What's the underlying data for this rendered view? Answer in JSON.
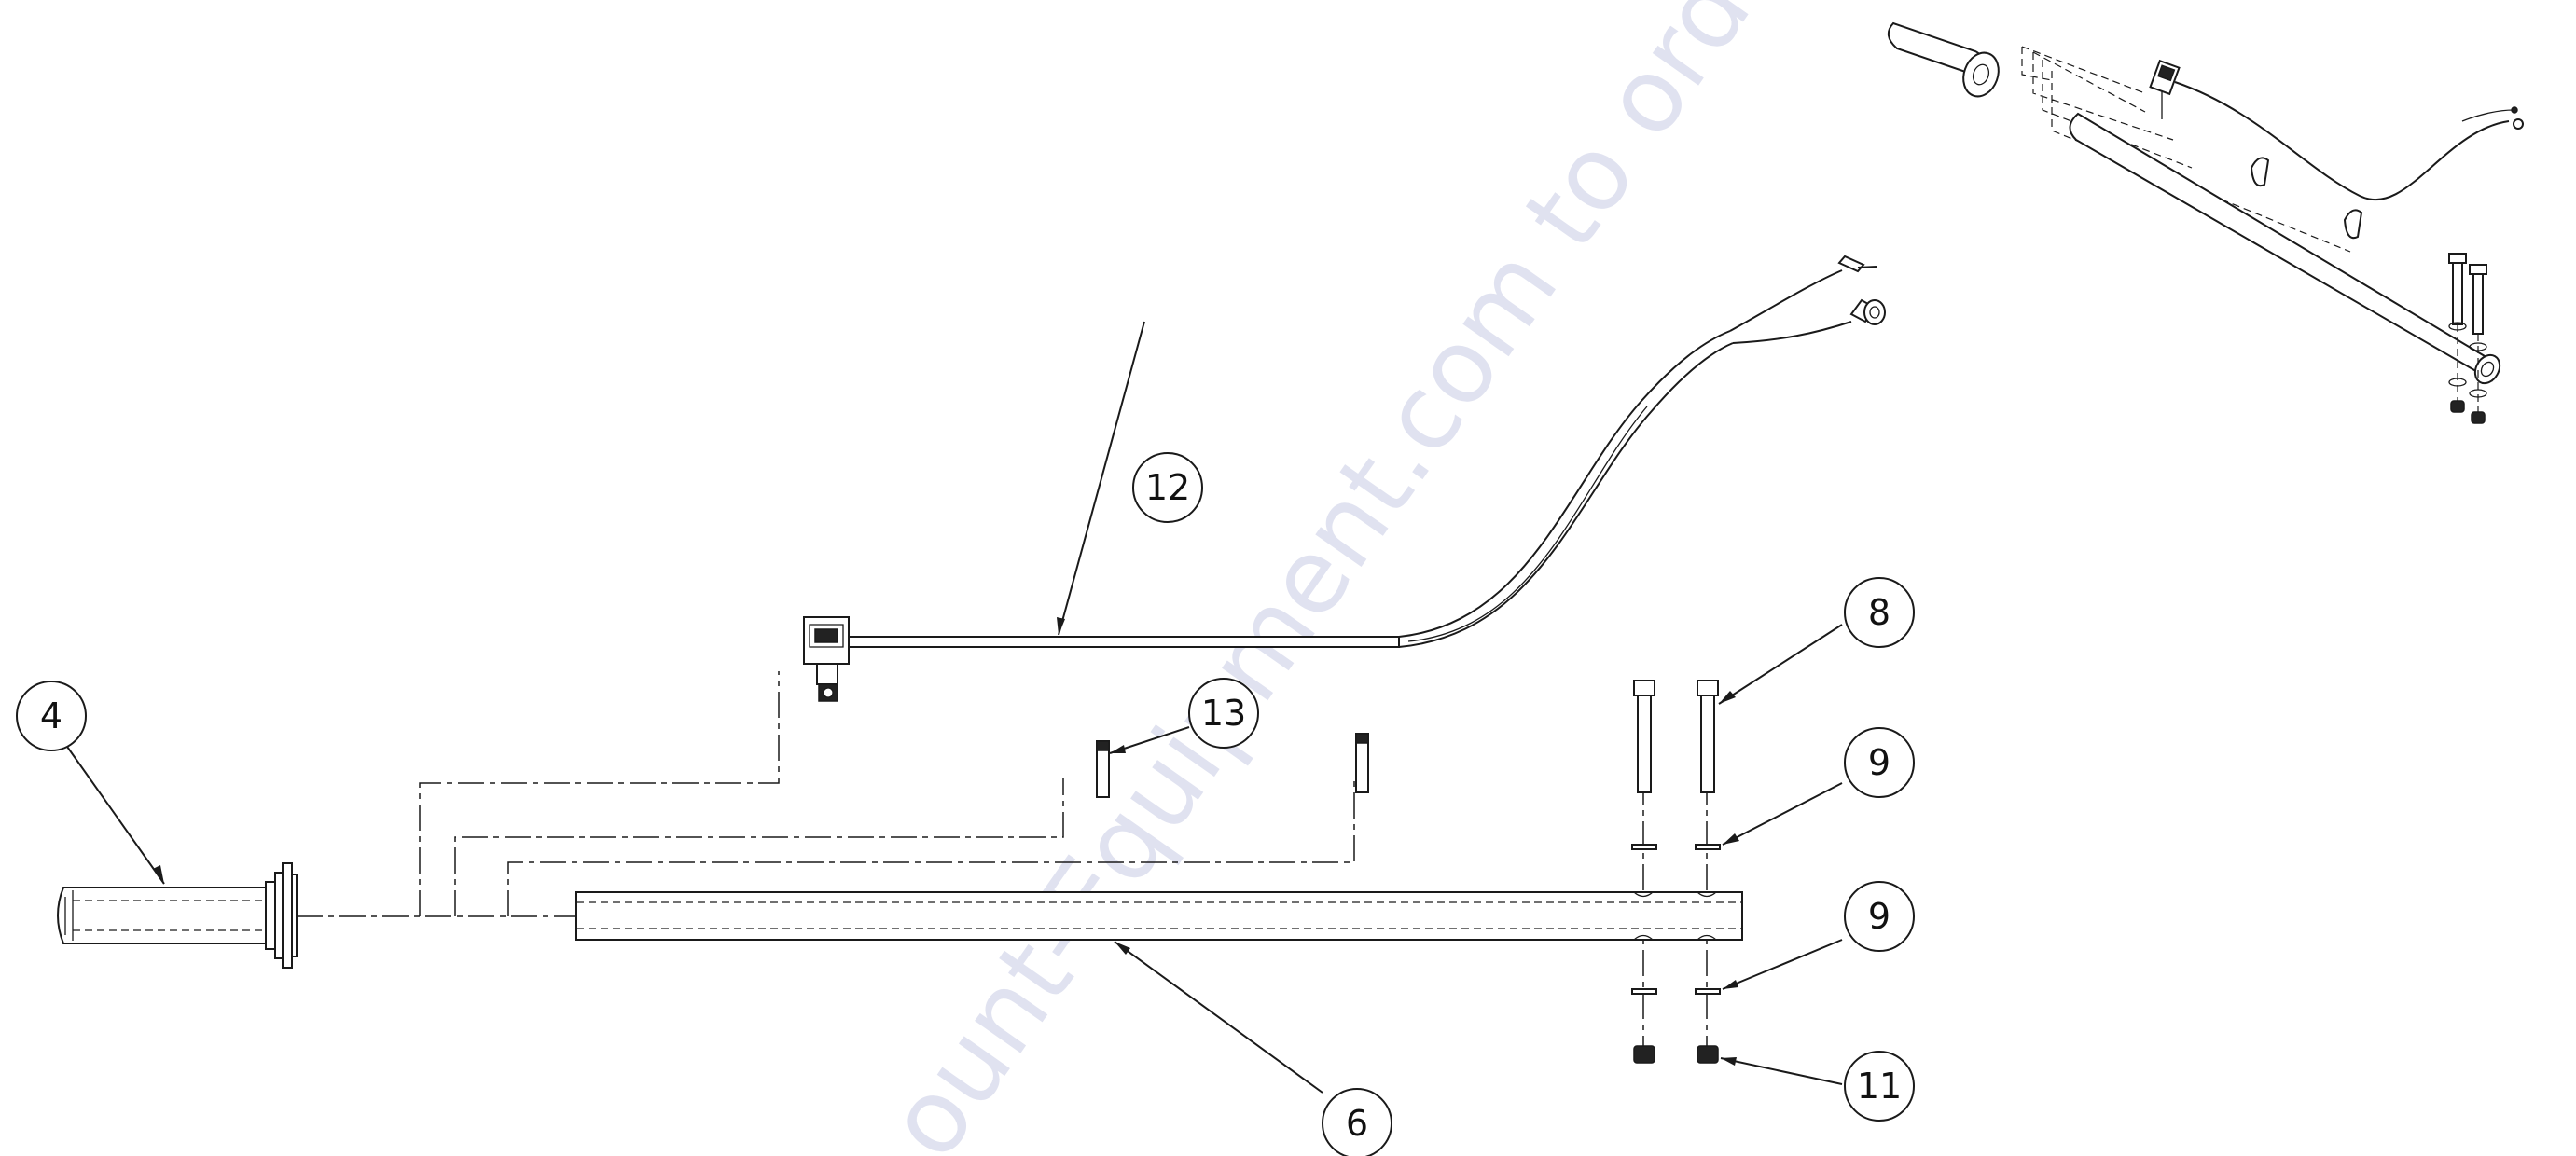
{
  "balloons": [
    {
      "id": "4",
      "label": "4"
    },
    {
      "id": "6",
      "label": "6"
    },
    {
      "id": "8",
      "label": "8"
    },
    {
      "id": "9a",
      "label": "9"
    },
    {
      "id": "9b",
      "label": "9"
    },
    {
      "id": "11",
      "label": "11"
    },
    {
      "id": "12",
      "label": "12"
    },
    {
      "id": "13",
      "label": "13"
    }
  ],
  "watermark": "ount-Equipment.com to order your parts",
  "colors": {
    "line": "#1a1a1a",
    "watermark": "#c8cce4"
  }
}
